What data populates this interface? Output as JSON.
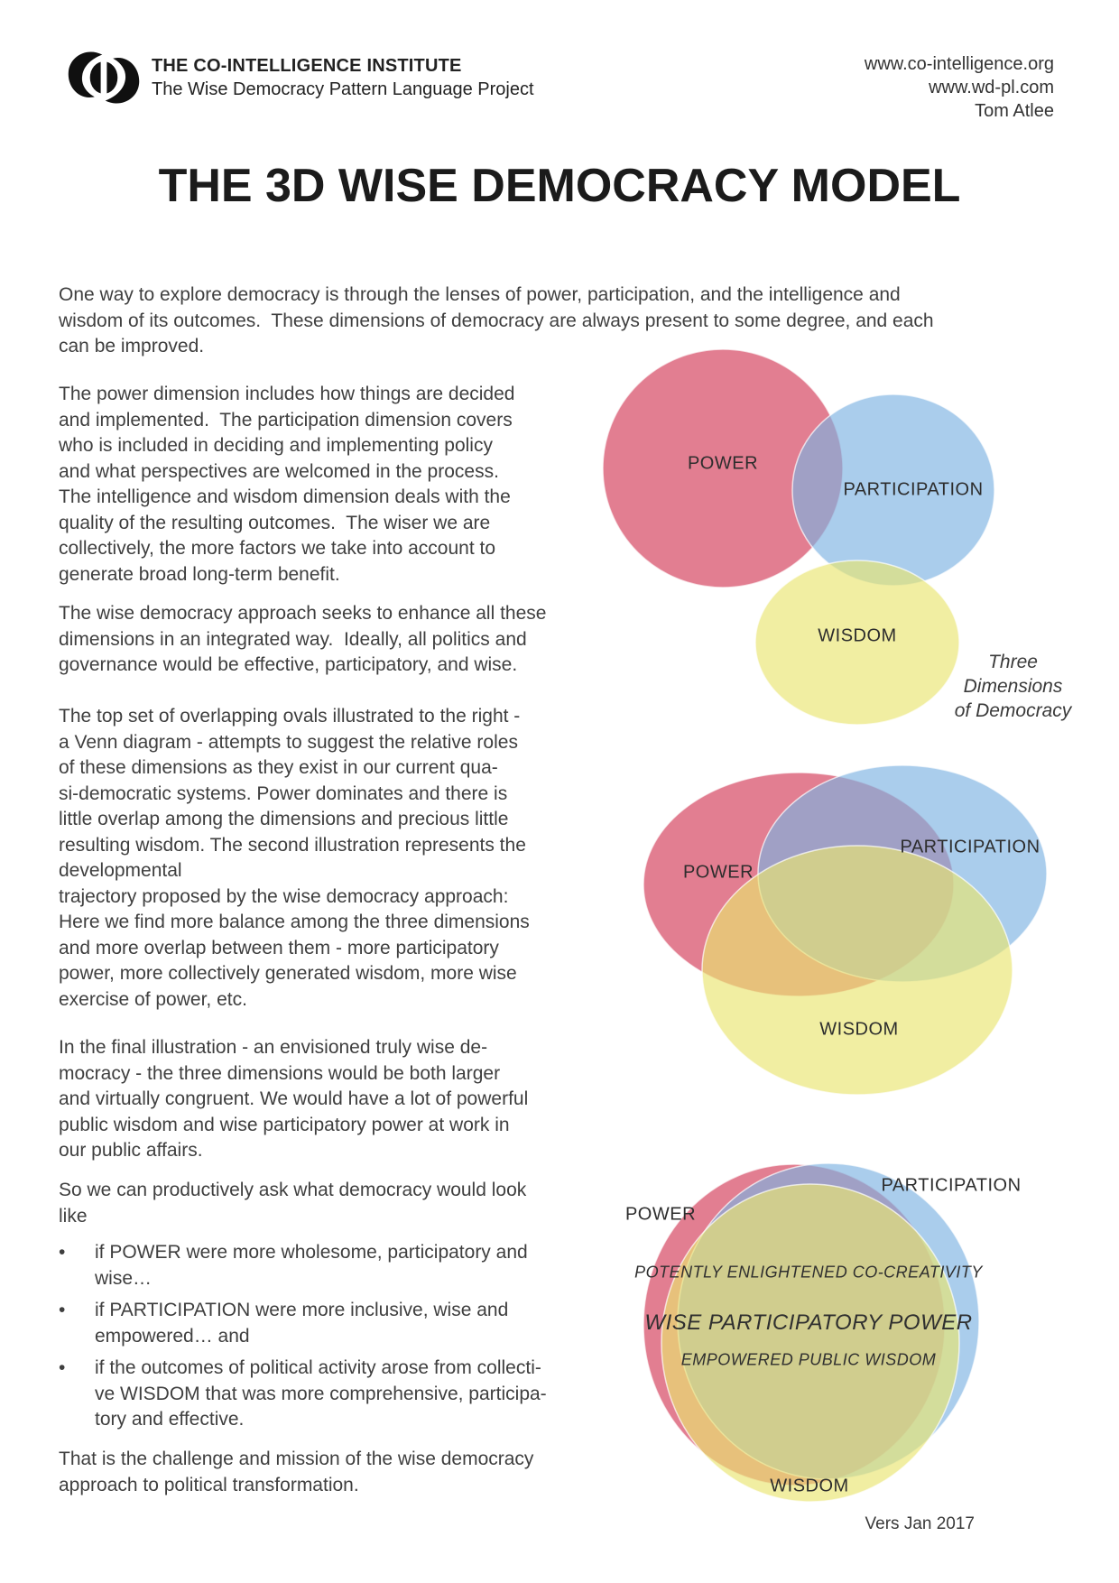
{
  "header": {
    "org_name": "THE CO-INTELLIGENCE INSTITUTE",
    "project_name": "The Wise Democracy Pattern Language Project",
    "url_primary": "www.co-intelligence.org",
    "url_secondary": "www.wd-pl.com",
    "author": "Tom Atlee",
    "logo_icon": "co-intelligence-interlocked-commas-mark"
  },
  "title": "THE 3D WISE DEMOCRACY MODEL",
  "article": {
    "intro": [
      "One way to explore democracy is through the lenses of power, participation, and the intelligence and",
      "wisdom of its outcomes.  These dimensions of democracy are always present to some degree, and each",
      "can be improved."
    ],
    "p_power_dimension": [
      "The power dimension includes how things are decided",
      "and implemented.  The participation dimension covers",
      "who is included in deciding and implementing policy",
      "and what perspectives are welcomed in the process.",
      "The intelligence and wisdom dimension deals with the",
      "quality of the resulting outcomes.  The wiser we are",
      "collectively, the more factors we take into account to",
      "generate broad long-term benefit."
    ],
    "p_wise_democracy": [
      "The wise democracy approach seeks to enhance all these",
      "dimensions in an integrated way.  Ideally, all politics and",
      "governance would be effective, participatory, and wise."
    ],
    "p_top_set": [
      "The top set of overlapping ovals illustrated to the right -",
      "a Venn diagram - attempts to suggest the relative roles",
      "of these dimensions as they exist in our current qua-",
      "si-democratic systems. Power dominates and there is",
      "little overlap among the dimensions and precious little",
      "resulting wisdom. The second illustration represents the",
      "developmental",
      "trajectory proposed by the wise democracy approach:",
      "Here we find more balance among the three dimensions",
      "and more overlap between them - more participatory",
      "power, more collectively generated wisdom, more wise",
      "exercise of power, etc."
    ],
    "p_final_illustration": [
      "In the final illustration - an envisioned truly wise de-",
      "mocracy - the three dimensions would be both larger",
      "and virtually congruent. We would have a lot of powerful",
      "public wisdom and wise participatory power at work in",
      "our public affairs."
    ],
    "p_so_we_can": [
      "So we can productively ask what democracy would look",
      "like"
    ],
    "bullets": [
      [
        "if POWER were more wholesome, participatory and",
        "wise…"
      ],
      [
        "if PARTICIPATION were more inclusive, wise and",
        "empowered… and"
      ],
      [
        "if the outcomes of political activity arose from collecti-",
        "ve WISDOM that was more comprehensive, participa-",
        "tory and effective."
      ]
    ],
    "closing": [
      "That is the challenge and mission of the wise democracy",
      "approach to political transformation."
    ]
  },
  "diagrams": {
    "colors": {
      "power": "#d33956",
      "participation": "#7db2e2",
      "wisdom": "#eae570"
    },
    "caption": [
      "Three",
      "Dimensions",
      "of Democracy"
    ],
    "venn1": {
      "power": "POWER",
      "participation": "PARTICIPATION",
      "wisdom": "WISDOM"
    },
    "venn2": {
      "power": "POWER",
      "participation": "PARTICIPATION",
      "wisdom": "WISDOM"
    },
    "venn3": {
      "power": "POWER",
      "participation": "PARTICIPATION",
      "wisdom": "WISDOM",
      "inner_top": "POTENTLY ENLIGHTENED CO-CREATIVITY",
      "inner_mid": "WISE PARTICIPATORY POWER",
      "inner_bottom": "EMPOWERED PUBLIC WISDOM"
    }
  },
  "footer": {
    "version": "Vers Jan 2017"
  }
}
